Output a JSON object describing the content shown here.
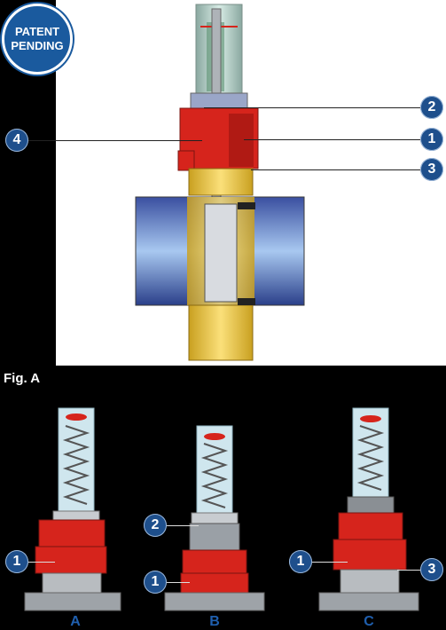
{
  "badge": {
    "line1": "PATENT",
    "line2": "PENDING"
  },
  "callouts": {
    "c1": "1",
    "c2": "2",
    "c3": "3",
    "c4": "4"
  },
  "figure_label": "Fig. A",
  "sub_labels": {
    "a": "A",
    "b": "B",
    "c": "C"
  },
  "sub_callouts": {
    "a1": "1",
    "b2": "2",
    "b1": "1",
    "c1": "1",
    "c3": "3"
  },
  "colors": {
    "red": "#d6241c",
    "brass": "#e8c23a",
    "blue": "#1e4f8c",
    "steel": "#b8bcc0"
  }
}
